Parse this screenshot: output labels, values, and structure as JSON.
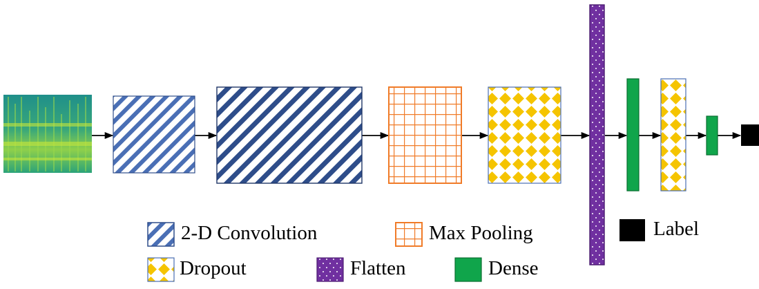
{
  "colors": {
    "conv": "#4a6fb5",
    "conv_dark": "#2e4d8a",
    "pool": "#f07b28",
    "dropout": "#f5c400",
    "flatten": "#7030a0",
    "dense": "#10a54b",
    "label": "#000000",
    "spectrogram": "#2aa37a"
  },
  "legend": {
    "conv": "2-D Convolution",
    "pool": "Max Pooling",
    "dropout": "Dropout",
    "flatten": "Flatten",
    "dense": "Dense",
    "label": "Label"
  }
}
